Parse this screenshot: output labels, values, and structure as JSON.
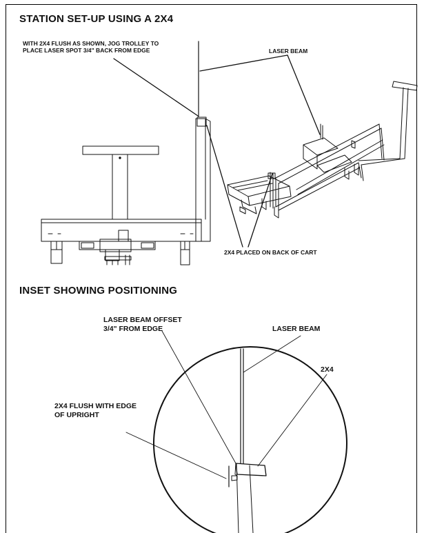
{
  "headings": {
    "main": "STATION SET-UP USING A 2X4",
    "inset": "INSET SHOWING POSITIONING"
  },
  "callouts": {
    "instruction_line1": "WITH 2X4 FLUSH AS SHOWN, JOG TROLLEY TO",
    "instruction_line2": "PLACE LASER SPOT 3/4\" BACK FROM EDGE",
    "laser_beam_top": "LASER BEAM",
    "placed_on_cart": "2X4 PLACED ON BACK OF CART",
    "offset_line1": "LASER BEAM OFFSET",
    "offset_line2": "3/4\" FROM EDGE",
    "laser_beam_inset": "LASER BEAM",
    "two_by_four": "2X4",
    "flush_line1": "2X4 FLUSH WITH EDGE",
    "flush_line2": "OF UPRIGHT"
  }
}
